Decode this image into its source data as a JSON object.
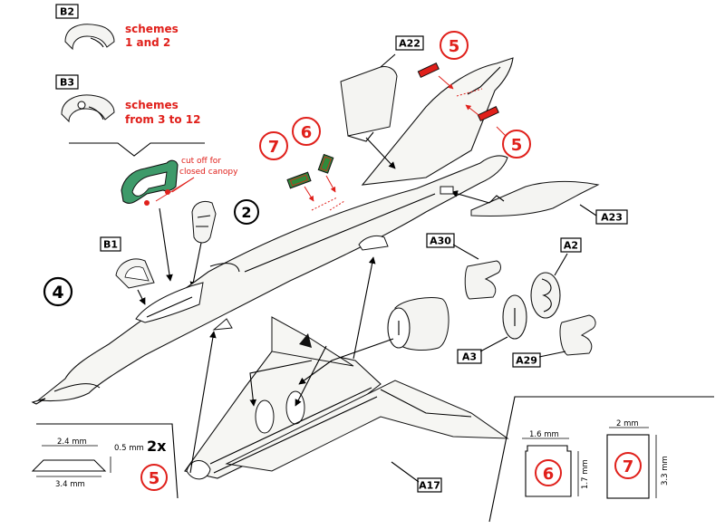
{
  "schemes": {
    "b2": {
      "tag": "B2",
      "line1": "schemes",
      "line2": "1 and 2"
    },
    "b3": {
      "tag": "B3",
      "line1": "schemes",
      "line2": "from 3 to 12"
    }
  },
  "canopy_note": {
    "line1": "cut off for",
    "line2": "closed canopy"
  },
  "callouts": {
    "c2": "2",
    "c4": "4",
    "c5a": "5",
    "c5b": "5",
    "c6": "6",
    "c7": "7"
  },
  "parts": {
    "b1": "B1",
    "a22": "A22",
    "a23": "A23",
    "a30": "A30",
    "a2": "A2",
    "a3": "A3",
    "a29": "A29",
    "a17": "A17"
  },
  "panel5": {
    "top_width": "2.4 mm",
    "thickness": "0.5 mm",
    "qty": "2x",
    "bottom_width": "3.4 mm",
    "label": "5"
  },
  "panel6": {
    "width": "1.6 mm",
    "height": "1.7 mm",
    "label": "6"
  },
  "panel7": {
    "width": "2 mm",
    "height": "3.3 mm",
    "label": "7"
  },
  "colors": {
    "accent": "#e0201b",
    "canopy_green": "#3e9a6a",
    "decal_green": "#2f8a3a"
  }
}
